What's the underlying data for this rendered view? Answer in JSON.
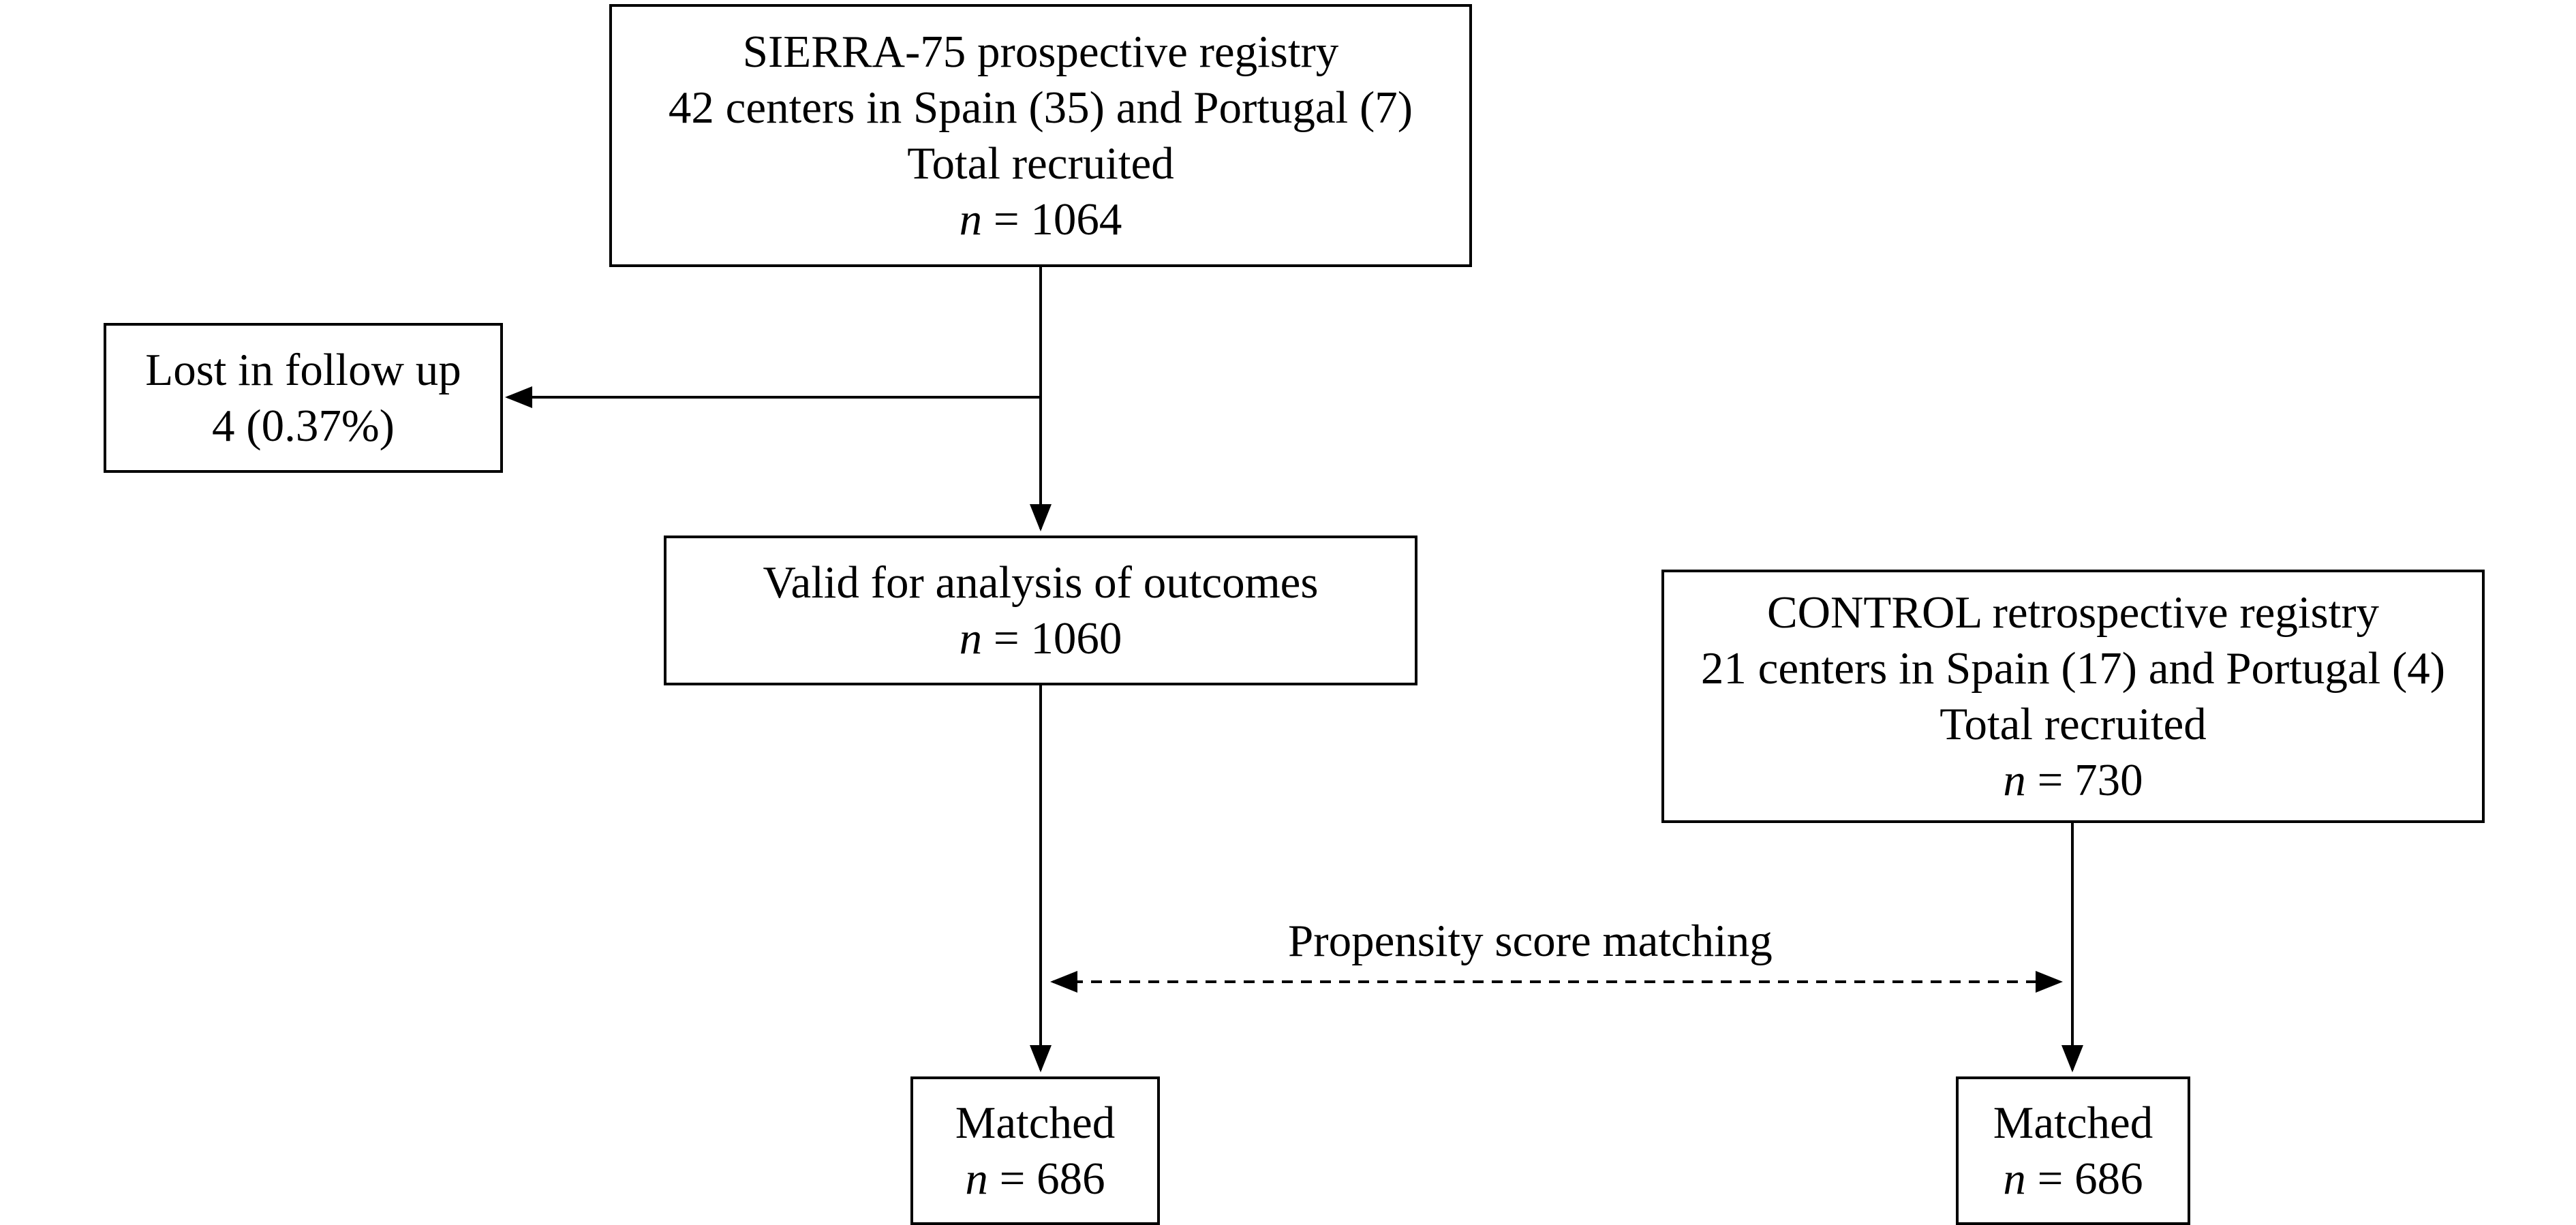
{
  "sierra": {
    "line1": "SIERRA-75 prospective registry",
    "line2": "42 centers in Spain (35) and Portugal (7)",
    "line3": "Total recruited",
    "n_symbol": "n",
    "n_value": "= 1064"
  },
  "lost": {
    "line1": "Lost in follow up",
    "line2": "4 (0.37%)"
  },
  "valid": {
    "line1": "Valid for analysis of outcomes",
    "n_symbol": "n",
    "n_value": "= 1060"
  },
  "control": {
    "line1": "CONTROL retrospective registry",
    "line2": "21 centers in Spain (17) and Portugal (4)",
    "line3": "Total recruited",
    "n_symbol": "n",
    "n_value": "= 730"
  },
  "matched_left": {
    "line1": "Matched",
    "n_symbol": "n",
    "n_value": "= 686"
  },
  "matched_right": {
    "line1": "Matched",
    "n_symbol": "n",
    "n_value": "= 686"
  },
  "propensity": {
    "label": "Propensity score matching"
  },
  "colors": {
    "stroke": "#000000",
    "background": "#ffffff"
  }
}
